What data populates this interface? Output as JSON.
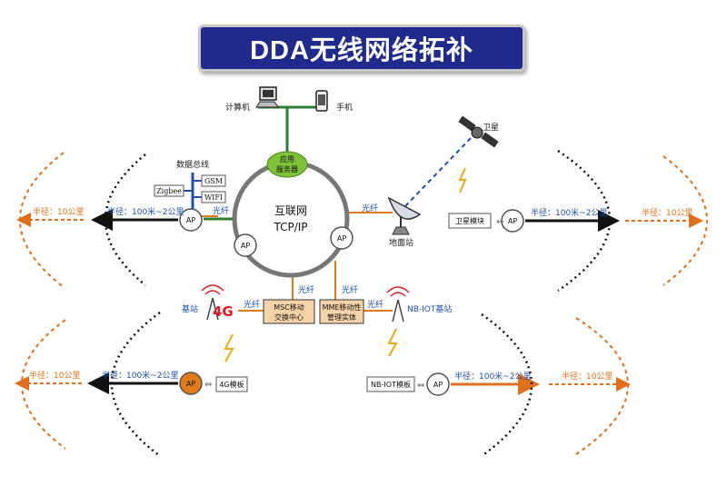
{
  "title": "DDA无线网络拓补",
  "internet": {
    "line1": "互联网",
    "line2": "TCP/IP"
  },
  "app_server": {
    "line1": "应用",
    "line2": "服务器"
  },
  "computer_label": "计算机",
  "phone_label": "手机",
  "satellite_label": "卫星",
  "ground_station_label": "地面站",
  "satellite_module_label": "卫星模块",
  "data_bus_label": "数据总线",
  "gsm_label": "GSM",
  "wifi_label": "WIFI",
  "zigbee_label": "Zigbee",
  "ap_label": "AP",
  "fiber_label": "光纤",
  "msc": {
    "line1": "MSC移动",
    "line2": "交换中心"
  },
  "mme": {
    "line1": "MME移动性",
    "line2": "管理实体"
  },
  "base_station_label": "基站",
  "lte_badge": "4G",
  "nbiot_base_label": "NB-IOT基站",
  "module_4g_label": "4G模板",
  "module_nbiot_label": "NB-IOT模板",
  "radius_short": "半径：100米~2公里",
  "radius_long": "半径：10公里",
  "colors": {
    "banner": "#1f2a8c",
    "ring": "#777777",
    "green_link": "#2e7d32",
    "fiber_orange": "#e07a1a",
    "server_green": "#7ec23a",
    "core_box": "#f6d3a8",
    "arc_black": "#111111",
    "arc_orange": "#e0701e",
    "radius_blue": "#1f4fa8",
    "lightning": "#f0a818"
  }
}
